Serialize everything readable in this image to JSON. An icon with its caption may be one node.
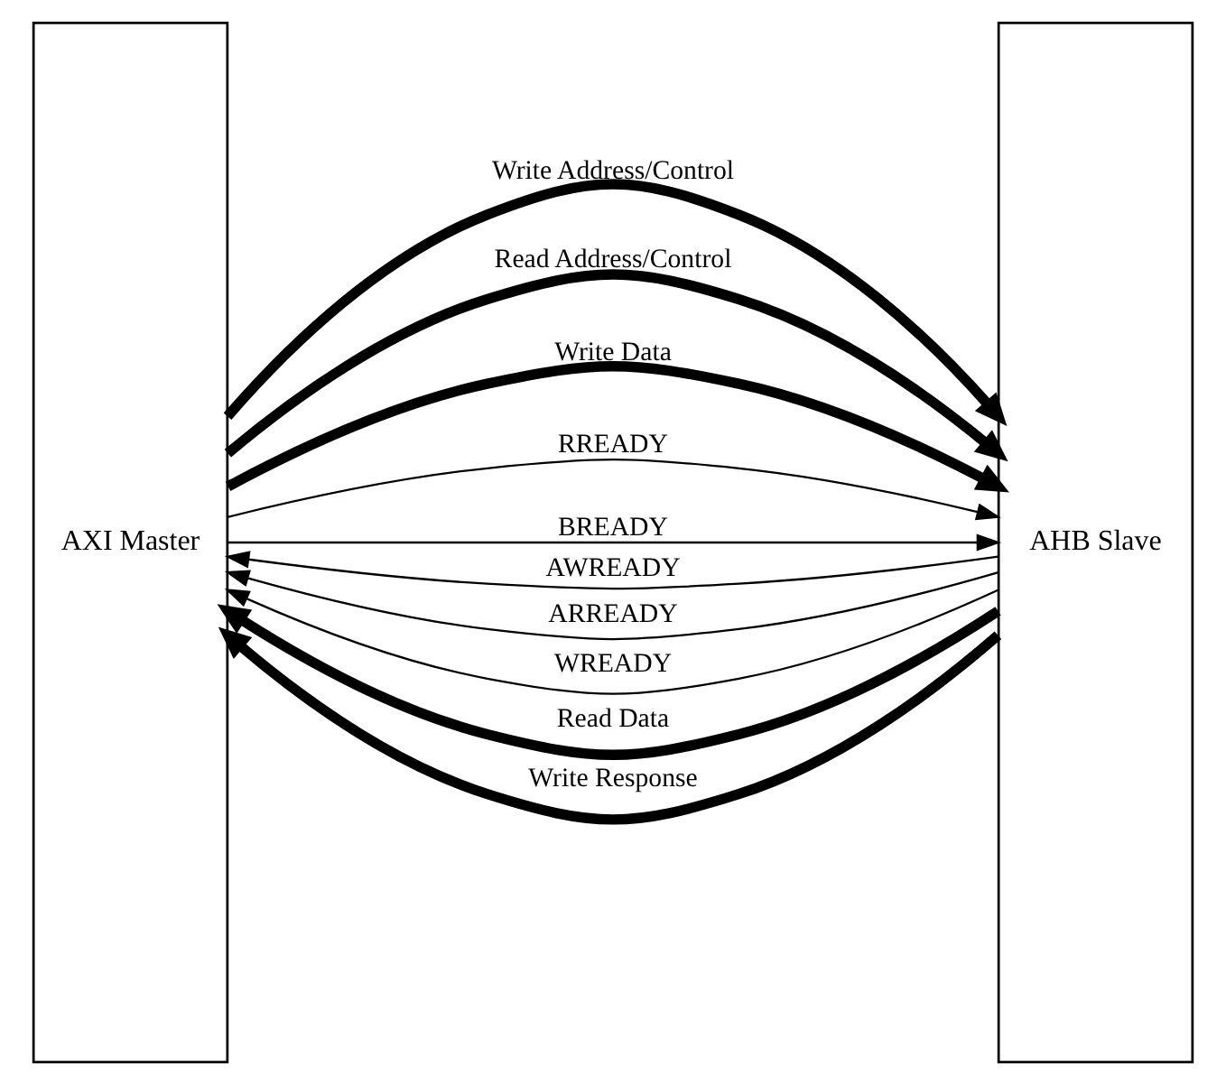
{
  "diagram": {
    "nodes": [
      {
        "text": [
          "AXI Master"
        ]
      },
      {
        "text": [
          "AHB Slave"
        ]
      }
    ],
    "edges": [
      {
        "from": 0,
        "to": 1,
        "arrow": "to",
        "label": "Write Address/Control",
        "style": "thick"
      },
      {
        "from": 1,
        "to": 0,
        "arrow": "to",
        "label": "AWREADY"
      },
      {
        "from": 0,
        "to": 1,
        "arrow": "to",
        "label": "Read Address/Control",
        "style": "thick"
      },
      {
        "from": 1,
        "to": 0,
        "arrow": "to",
        "label": "ARREADY"
      },
      {
        "from": 0,
        "to": 1,
        "arrow": "to",
        "label": "Write Data",
        "style": "thick"
      },
      {
        "from": 1,
        "to": 0,
        "arrow": "to",
        "label": "WREADY"
      },
      {
        "from": 1,
        "to": 0,
        "arrow": "to",
        "label": "Read Data",
        "style": "thick"
      },
      {
        "from": 0,
        "to": 1,
        "arrow": "to",
        "label": "RREADY"
      },
      {
        "from": 1,
        "to": 0,
        "arrow": "to",
        "label": "Write Response",
        "style": "thick"
      },
      {
        "from": 0,
        "to": 1,
        "arrow": "to",
        "label": "BREADY"
      }
    ]
  }
}
